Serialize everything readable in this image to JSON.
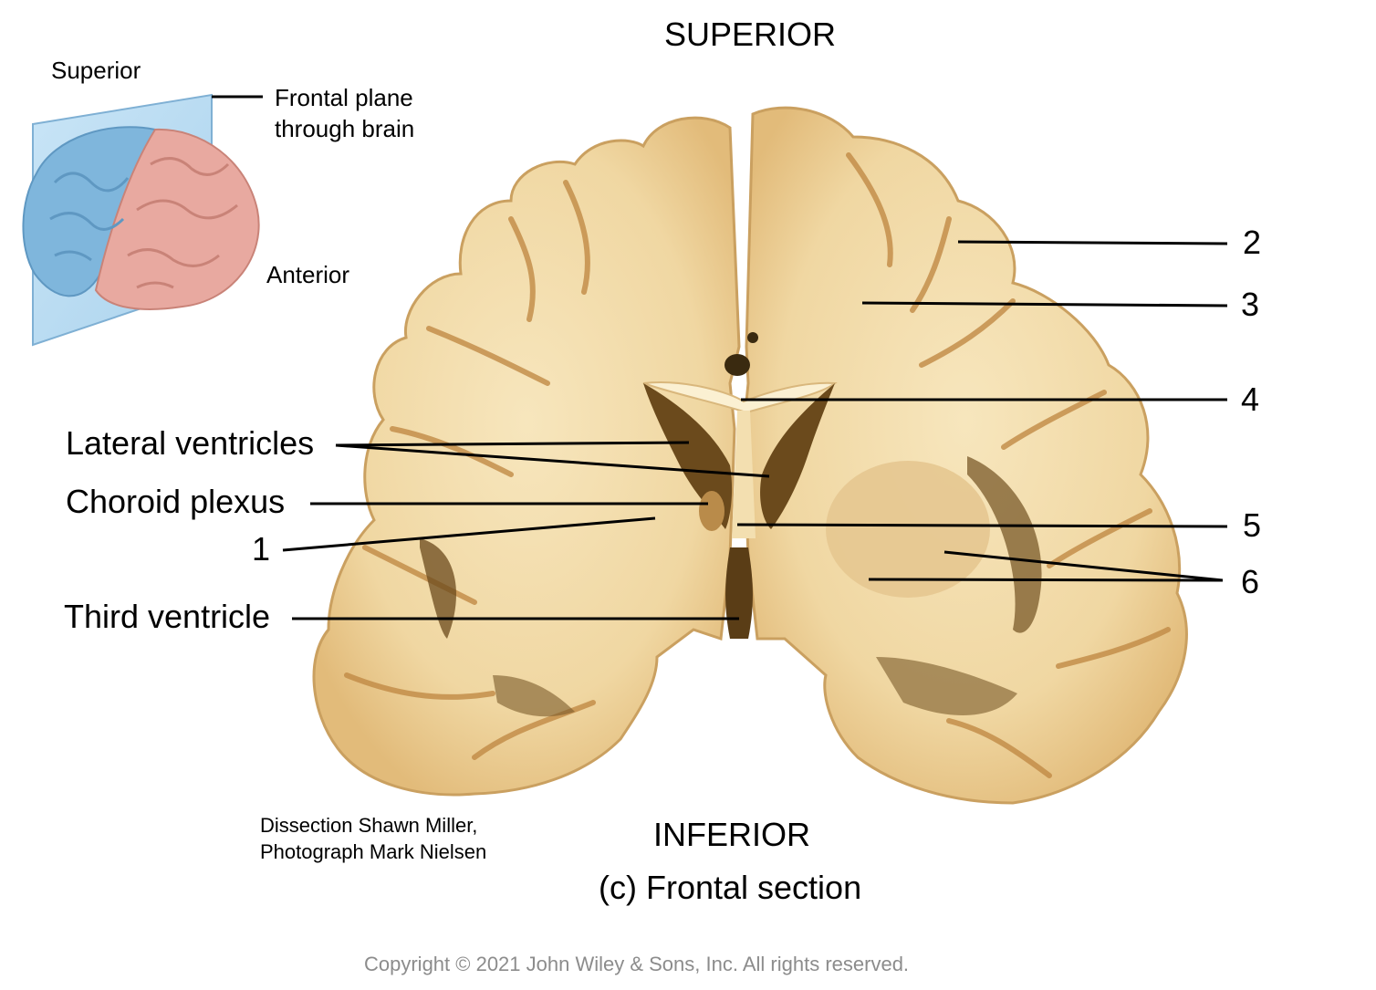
{
  "orientation": {
    "superior": "SUPERIOR",
    "inferior": "INFERIOR"
  },
  "caption": "(c) Frontal section",
  "inset": {
    "superior": "Superior",
    "plane_line1": "Frontal plane",
    "plane_line2": "through brain",
    "anterior": "Anterior"
  },
  "labels_left": {
    "lateral_ventricles": "Lateral ventricles",
    "choroid_plexus": "Choroid plexus",
    "num1": "1",
    "third_ventricle": "Third ventricle"
  },
  "labels_right": {
    "num2": "2",
    "num3": "3",
    "num4": "4",
    "num5": "5",
    "num6": "6"
  },
  "credit": "Dissection Shawn Miller,\nPhotograph Mark Nielsen",
  "copyright": "Copyright © 2021 John Wiley & Sons, Inc. All rights reserved.",
  "colors": {
    "white_matter": "#f2dcaa",
    "gray_matter": "#d9a760",
    "ventricle": "#6b4a1c",
    "inset_blue": "#7fb6dc",
    "inset_pink": "#e8a9a0"
  }
}
